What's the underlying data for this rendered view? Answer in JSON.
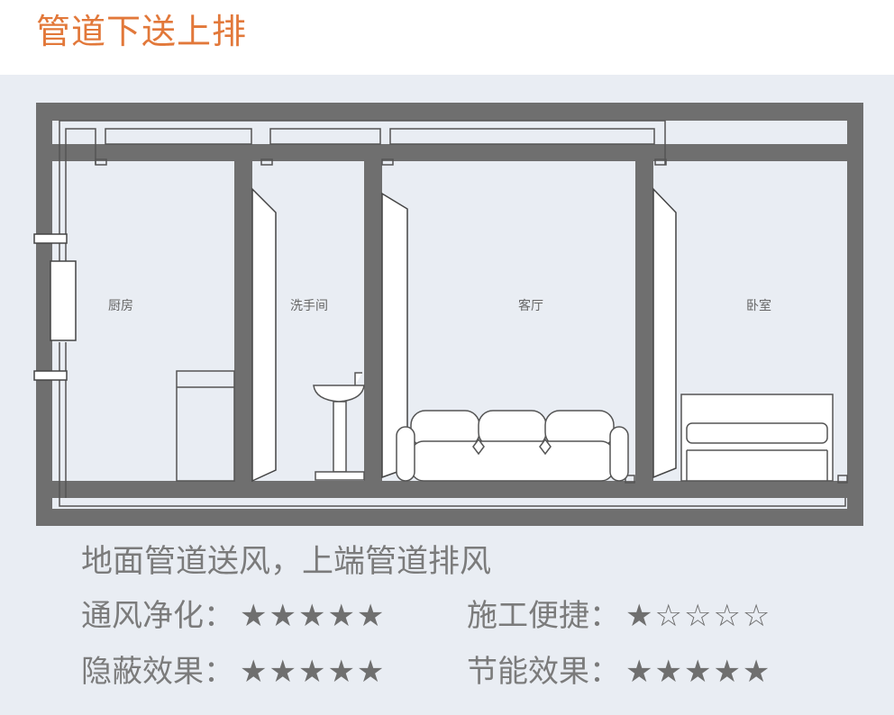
{
  "header": {
    "title": "管道下送上排"
  },
  "rooms": [
    {
      "label": "厨房"
    },
    {
      "label": "洗手间"
    },
    {
      "label": "客厅"
    },
    {
      "label": "卧室"
    }
  ],
  "caption": "地面管道送风，上端管道排风",
  "ratings": [
    {
      "label": "通风净化：",
      "stars": "★★★★★",
      "score": 5,
      "max": 5
    },
    {
      "label": "施工便捷：",
      "stars": "★☆☆☆☆",
      "score": 1,
      "max": 5
    },
    {
      "label": "隐蔽效果：",
      "stars": "★★★★★",
      "score": 5,
      "max": 5
    },
    {
      "label": "节能效果：",
      "stars": "★★★★★",
      "score": 5,
      "max": 5
    }
  ],
  "colors": {
    "wall": "#6f6f6f",
    "title": "#e2783a",
    "background": "#e9edf3",
    "text": "#7b7b7b"
  }
}
